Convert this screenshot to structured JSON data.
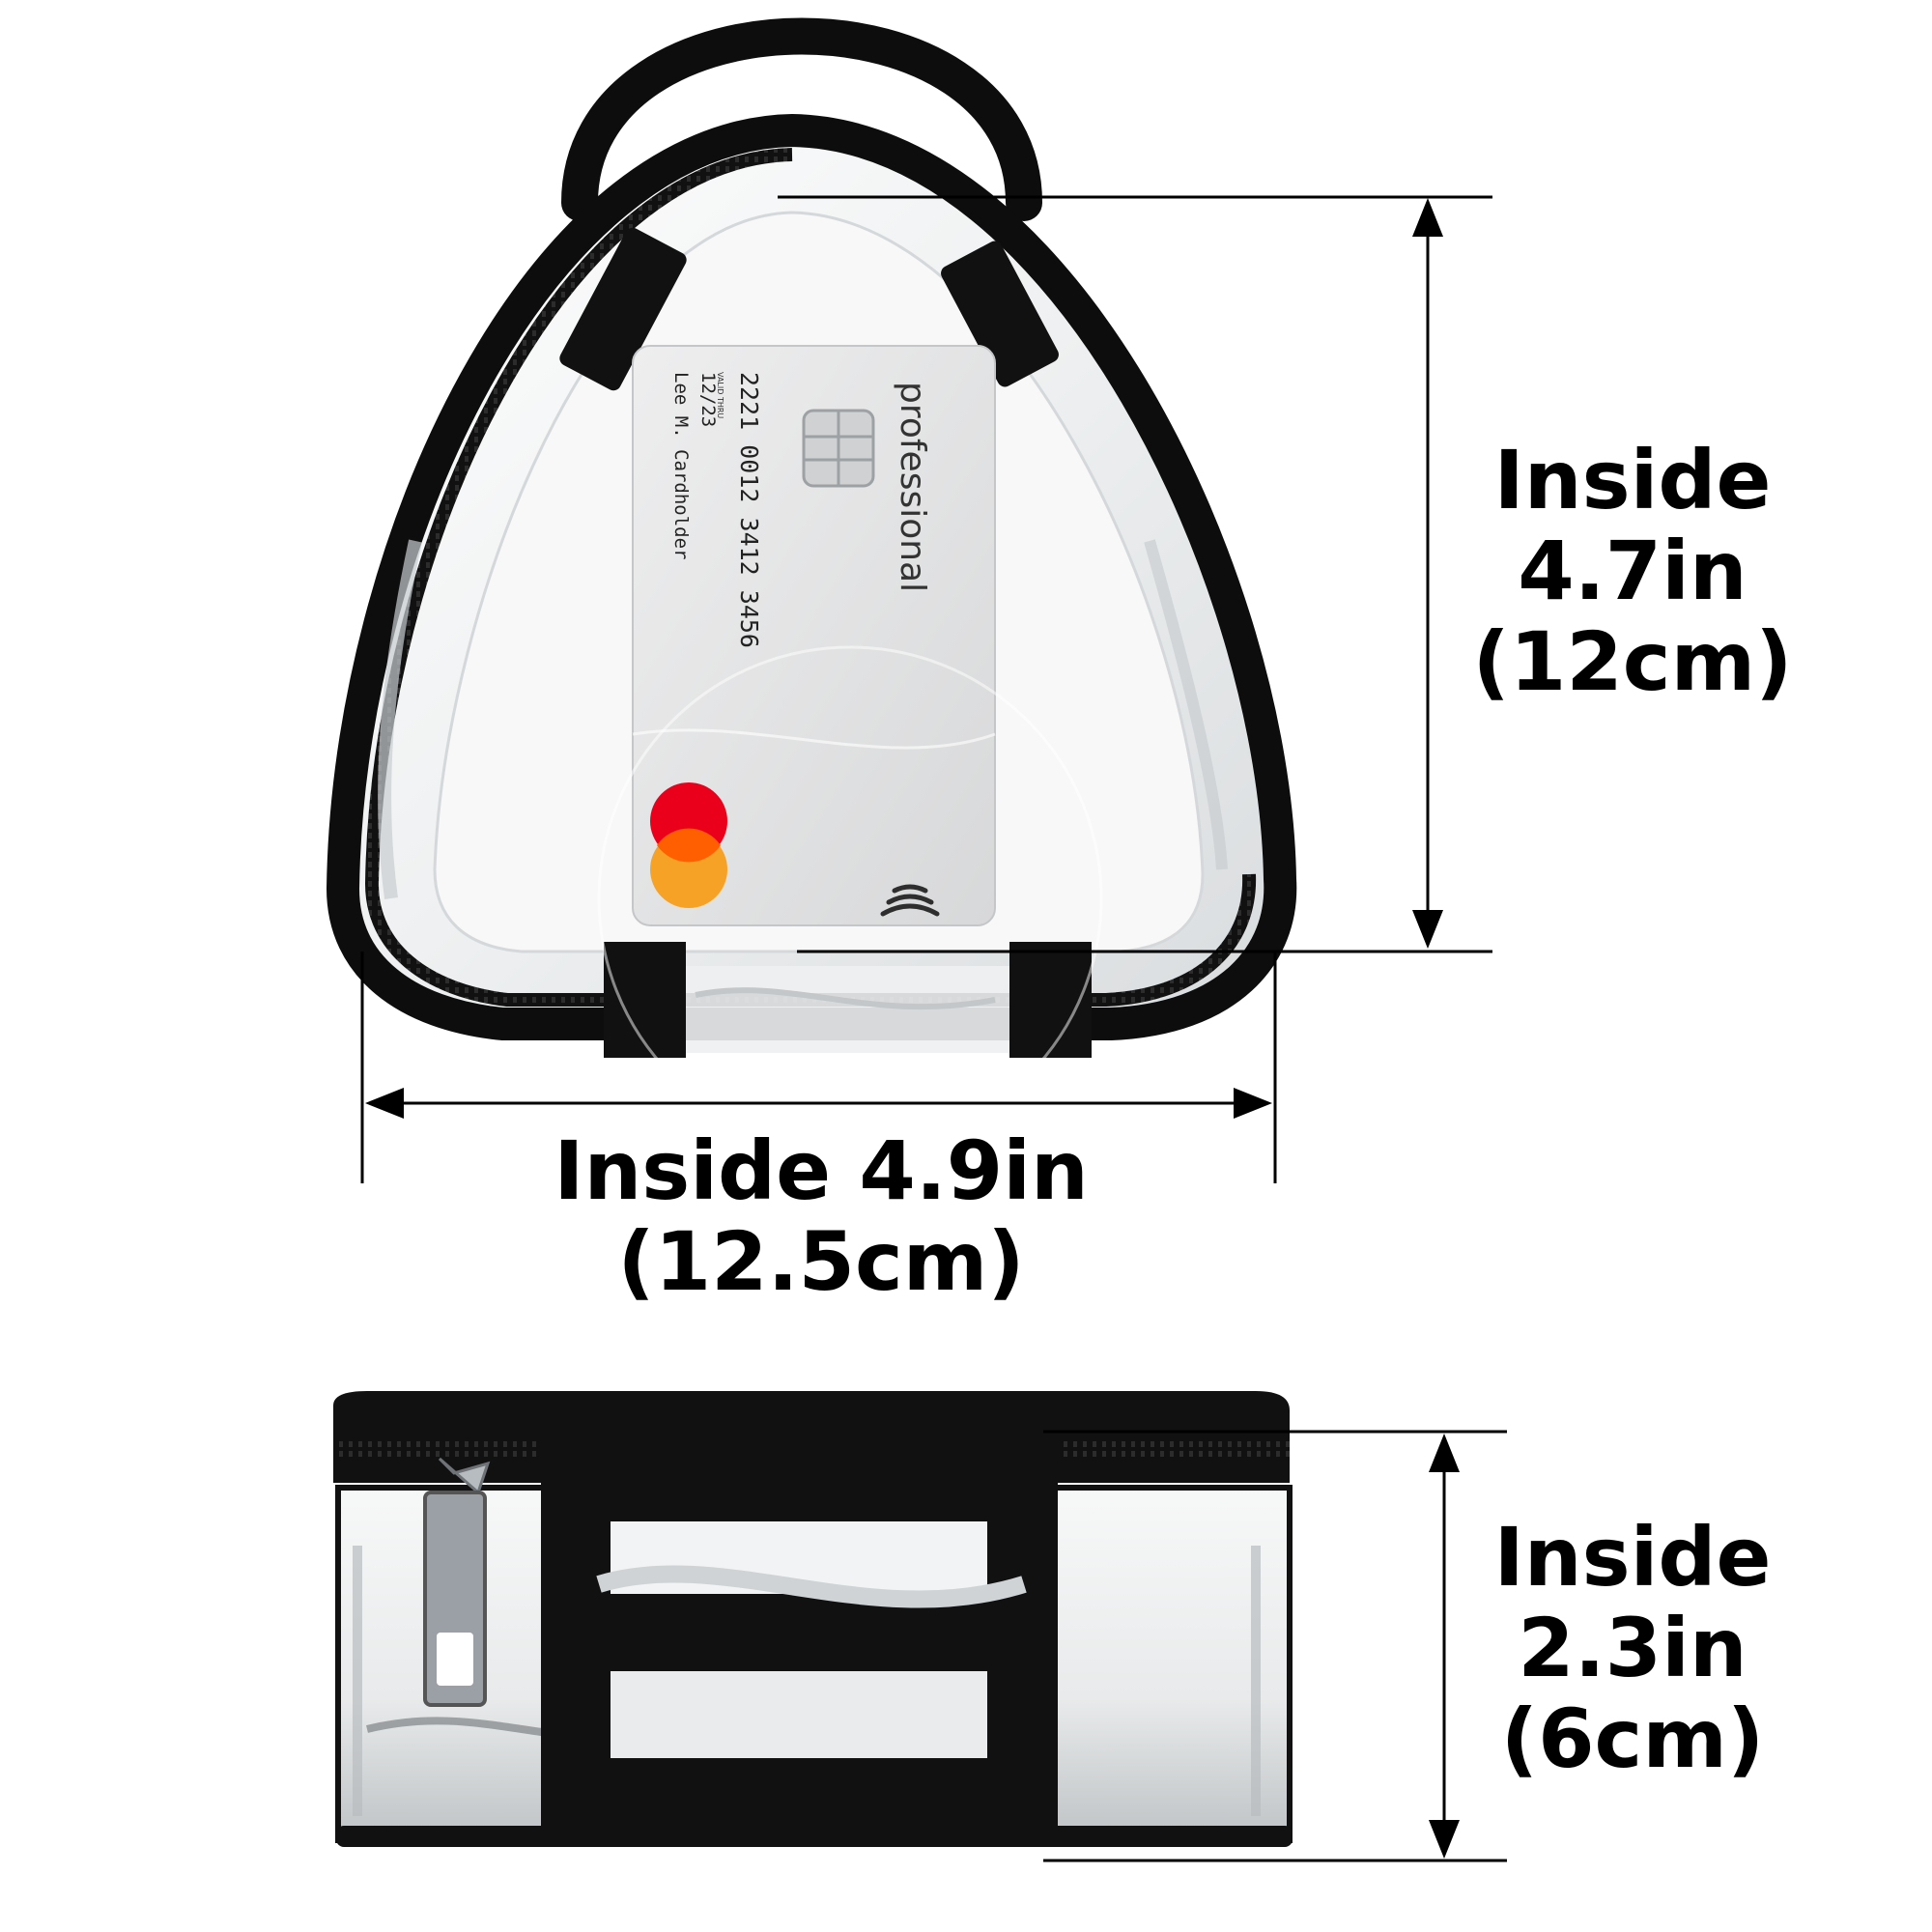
{
  "card": {
    "brand_text": "professional",
    "number": "2221 0012 3412 3456",
    "valid_thru_label": "VALID THRU",
    "expiry": "12/23",
    "holder": "Lee M. Cardholder"
  },
  "dimensions": {
    "height": {
      "line1": "Inside",
      "line2": "4.7in",
      "line3": "(12cm)"
    },
    "width": {
      "line1": "Inside 4.9in",
      "line2": "(12.5cm)"
    },
    "depth": {
      "line1": "Inside",
      "line2": "2.3in",
      "line3": "(6cm)"
    }
  },
  "colors": {
    "trim": "#0d0d0d",
    "clear_vinyl": "#f4f6f7",
    "card_body": "#e3e4e5",
    "mc_red": "#eb001b",
    "mc_orange": "#f79e1b"
  }
}
